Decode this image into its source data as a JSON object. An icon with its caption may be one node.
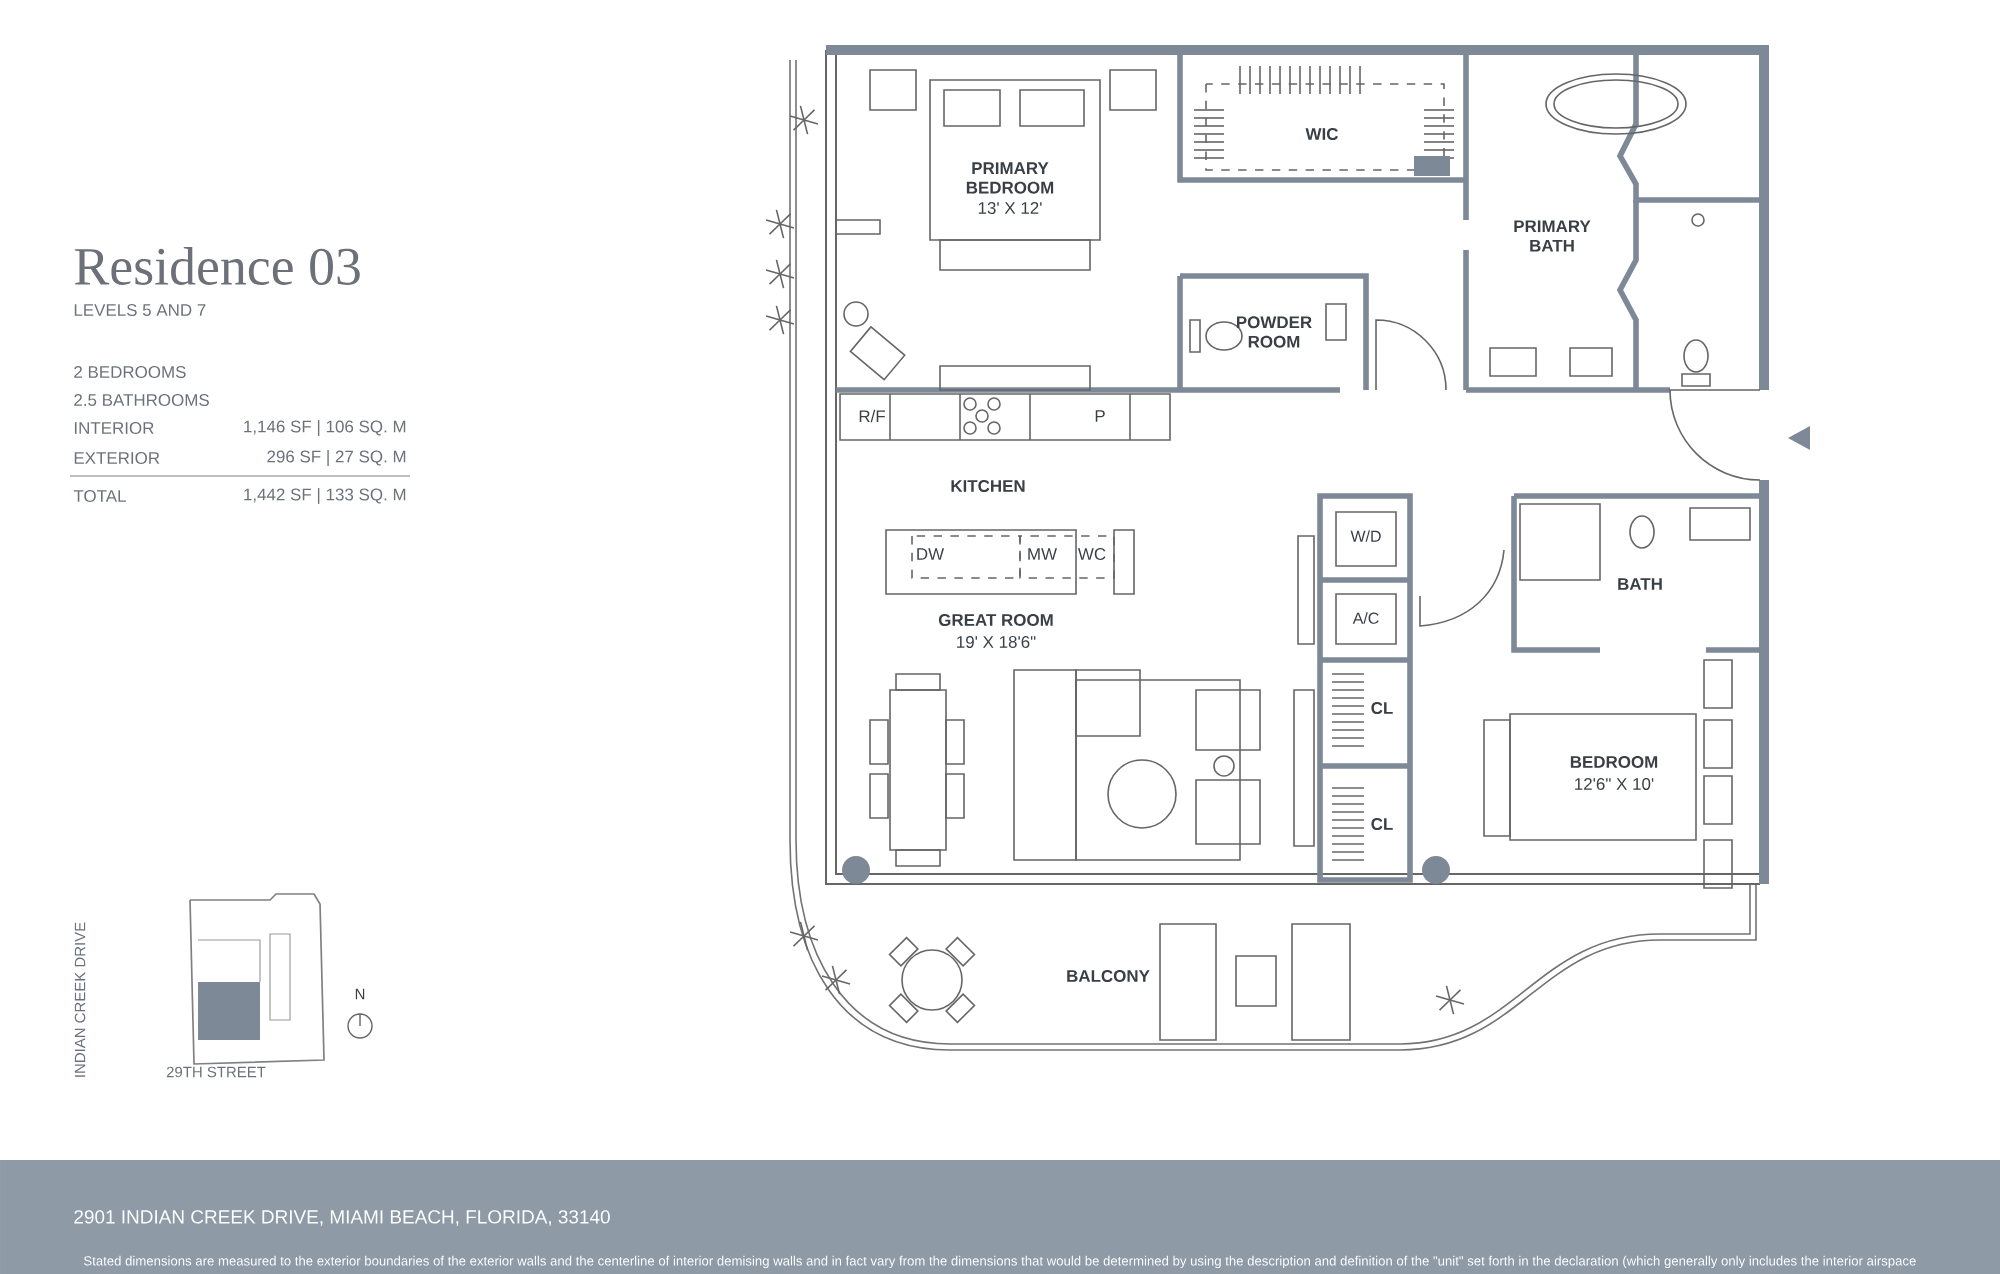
{
  "diagram": {
    "labels": [
      "Residence 03",
      "LEVELS 5 AND 7",
      "2 BEDROOMS",
      "2.5 BATHROOMS",
      "INTERIOR",
      "1,146 SF | 106 SQ. M",
      "EXTERIOR",
      "296 SF | 27 SQ. M",
      "TOTAL",
      "1,442 SF | 133 SQ. M",
      "PRIMARY BEDROOM",
      "13' X 12'",
      "WIC",
      "PRIMARY BATH",
      "POWDER ROOM",
      "R/F",
      "P",
      "KITCHEN",
      "DW",
      "MW",
      "WC",
      "W/D",
      "BATH",
      "GREAT ROOM",
      "19' X 18'6\"",
      "A/C",
      "CL",
      "BEDROOM",
      "12'6\" X 10'",
      "CL",
      "BALCONY",
      "INDIAN CREEK DRIVE",
      "N",
      "29TH STREET",
      "2901 INDIAN CREEK DRIVE, MIAMI BEACH, FLORIDA, 33140",
      "Stated dimensions are measured to the exterior boundaries of the exterior walls and the centerline of interior demising walls and in fact vary from the dimensions that would be determined by using the description and definition of the \"unit\" set forth in the declaration (which generally only includes the interior airspace"
    ]
  }
}
